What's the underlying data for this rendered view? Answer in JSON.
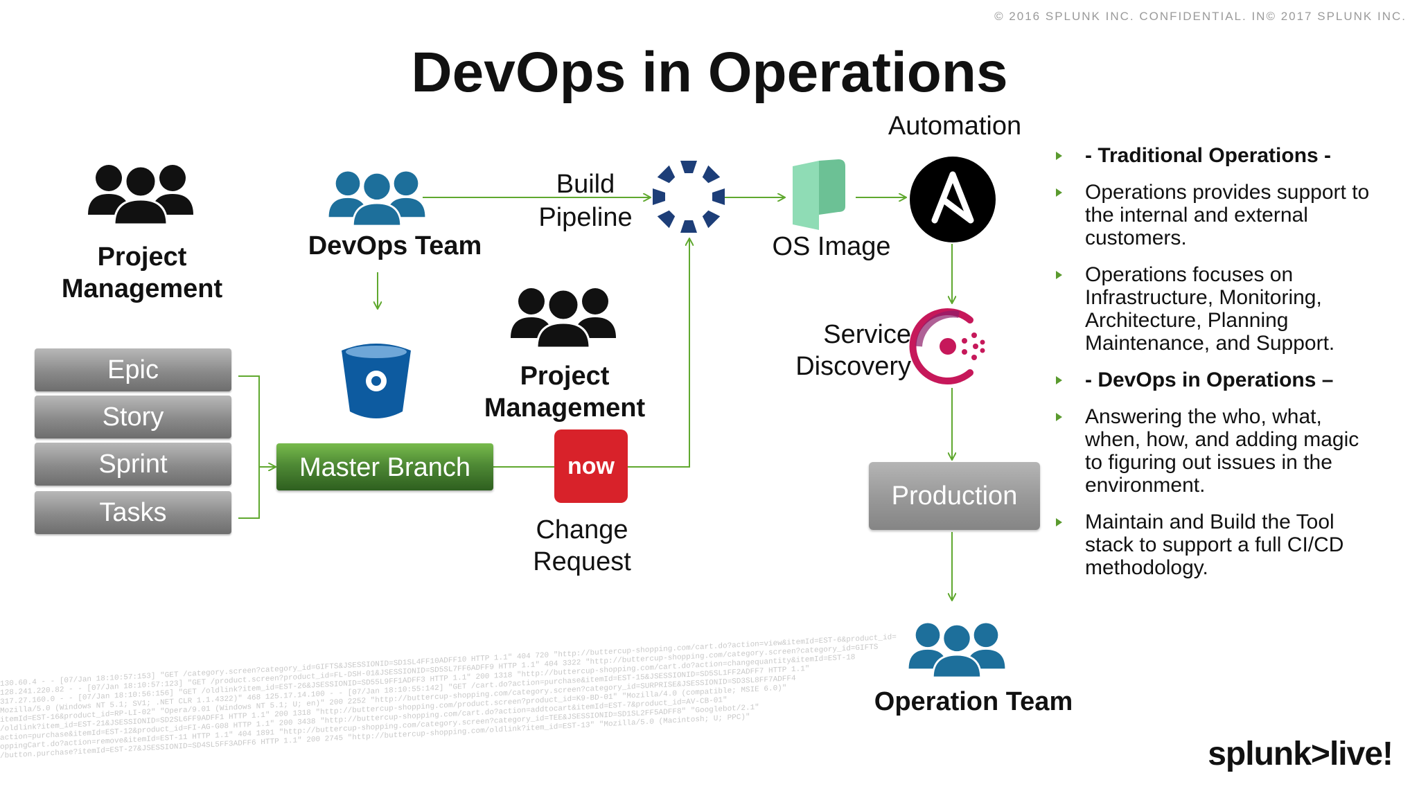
{
  "header": {
    "copyright": "© 2016 SPLUNK INC. CONFIDENTIAL. IN© 2017 SPLUNK INC.",
    "title": "DevOps in Operations"
  },
  "diagram": {
    "pm_left_label": [
      "Project",
      "Management"
    ],
    "devops_team_label": "DevOps Team",
    "build_pipeline_label": [
      "Build",
      "Pipeline"
    ],
    "automation_label": "Automation",
    "os_image_label": "OS Image",
    "pm_center_label": [
      "Project",
      "Management"
    ],
    "service_discovery_label": [
      "Service",
      "Discovery"
    ],
    "change_request_label": [
      "Change",
      "Request"
    ],
    "operation_team_label": "Operation Team",
    "work_items": [
      "Epic",
      "Story",
      "Sprint",
      "Tasks"
    ],
    "master_branch_label": "Master Branch",
    "production_label": "Production",
    "now_logo_text": "now",
    "colors": {
      "arrow_green": "#5fa82e",
      "team_blue": "#1d6f9b",
      "bucket_blue": "#0d5ba0",
      "now_red": "#d8222a",
      "consul_pink": "#c6185a",
      "pipeline_navy": "#1d3e78",
      "os_image_green": "#7ccfa6"
    },
    "icons": [
      "people-group-icon",
      "bitbucket-icon",
      "pipeline-cycle-icon",
      "os-image-icon",
      "ansible-icon",
      "consul-icon",
      "servicenow-icon"
    ]
  },
  "bullets": [
    {
      "text": "- Traditional Operations -",
      "bold": true
    },
    {
      "text": "Operations provides support to the internal and external customers.",
      "bold": false
    },
    {
      "text": "Operations focuses on Infrastructure, Monitoring, Architecture, Planning Maintenance, and Support.",
      "bold": false
    },
    {
      "text": "- DevOps in Operations –",
      "bold": true
    },
    {
      "text": "Answering the who, what, when, how, and adding magic to figuring out issues in the environment.",
      "bold": false
    },
    {
      "text": "Maintain and Build the Tool stack to support a full CI/CD methodology.",
      "bold": false
    }
  ],
  "footer": {
    "logo_text": "splunk>live!"
  }
}
